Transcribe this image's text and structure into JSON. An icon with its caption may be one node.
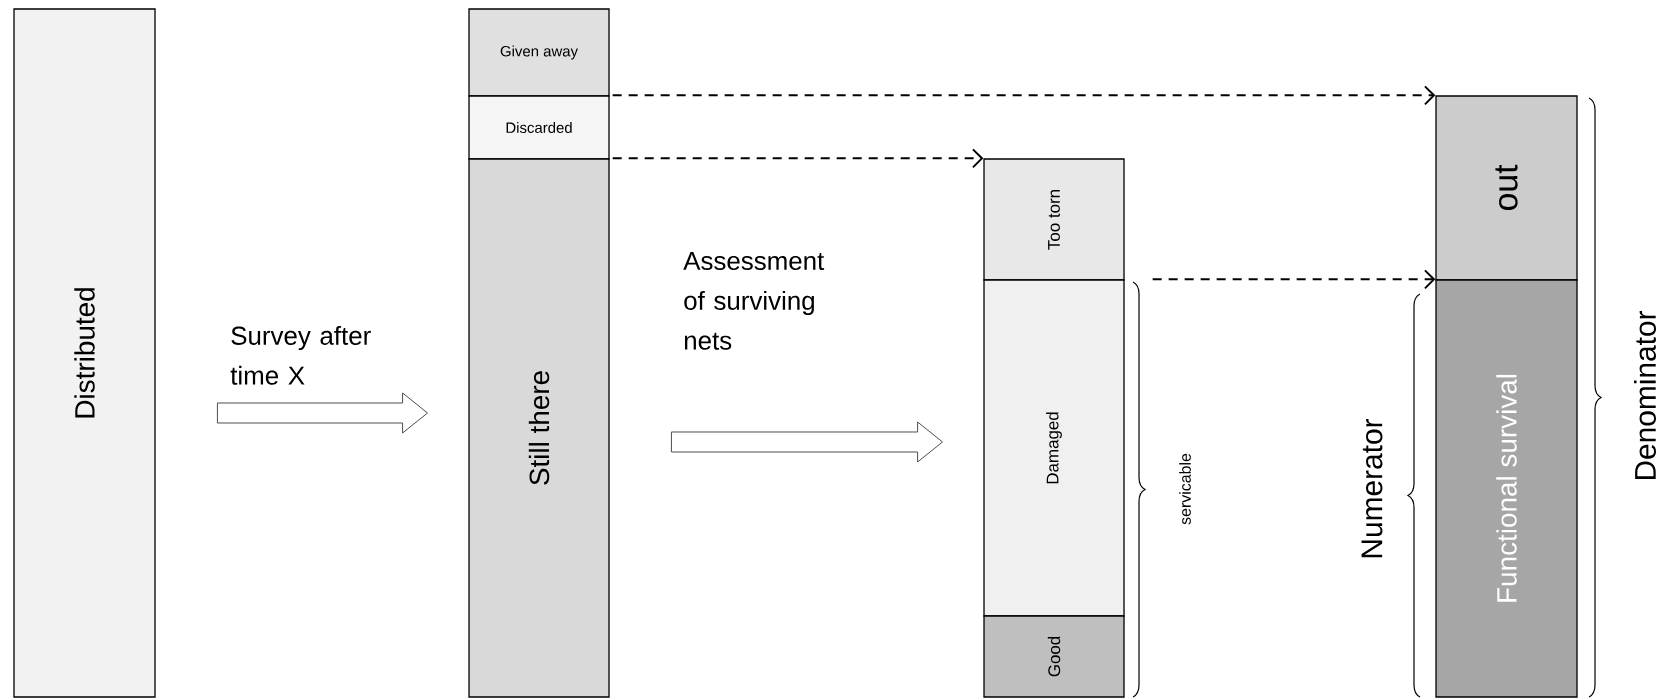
{
  "diagram": {
    "nodes": [
      {
        "text": [
          "Distributed"
        ]
      },
      {
        "text": [
          "Given away"
        ]
      },
      {
        "text": [
          "Discarded"
        ]
      },
      {
        "text": [
          "Still there"
        ]
      },
      {
        "text": [
          "Too torn"
        ]
      },
      {
        "text": [
          "Damaged"
        ]
      },
      {
        "text": [
          "Good"
        ]
      },
      {
        "text": [
          "out"
        ]
      },
      {
        "text": [
          "Functional survival"
        ]
      }
    ],
    "edges": [
      {
        "from": 0,
        "to": 3,
        "arrow": "to",
        "label": "Survey after time X"
      },
      {
        "from": 3,
        "to": 5,
        "arrow": "to",
        "label": "Assessment of surviving nets"
      },
      {
        "from": 2,
        "to": 7,
        "arrow": "to",
        "style": "dashed"
      },
      {
        "from": 3,
        "to": 4,
        "arrow": "to",
        "style": "dashed"
      },
      {
        "from": 5,
        "to": 8,
        "arrow": "to",
        "style": "dashed"
      }
    ],
    "labels": [
      "servicable",
      "Numerator",
      "Denominator"
    ]
  }
}
